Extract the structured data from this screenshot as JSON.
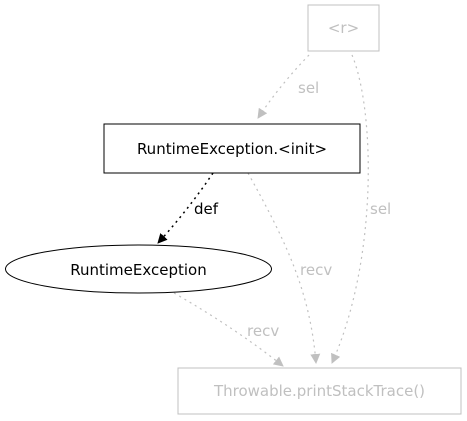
{
  "colors": {
    "active": "#000000",
    "muted": "#c0c0c0"
  },
  "nodes": {
    "r": {
      "label": "<r>",
      "shape": "box",
      "style": "muted"
    },
    "init": {
      "label": "RuntimeException.<init>",
      "shape": "box",
      "style": "active"
    },
    "exception": {
      "label": "RuntimeException",
      "shape": "ellipse",
      "style": "active"
    },
    "print": {
      "label": "Throwable.printStackTrace()",
      "shape": "box",
      "style": "muted"
    }
  },
  "edges": {
    "r_to_init": {
      "from": "r",
      "to": "init",
      "label": "sel",
      "style": "muted"
    },
    "r_to_print": {
      "from": "r",
      "to": "print",
      "label": "sel",
      "style": "muted"
    },
    "init_to_exception": {
      "from": "init",
      "to": "exception",
      "label": "def",
      "style": "active"
    },
    "init_to_print": {
      "from": "init",
      "to": "print",
      "label": "recv",
      "style": "muted"
    },
    "exception_to_print": {
      "from": "exception",
      "to": "print",
      "label": "recv",
      "style": "muted"
    }
  }
}
